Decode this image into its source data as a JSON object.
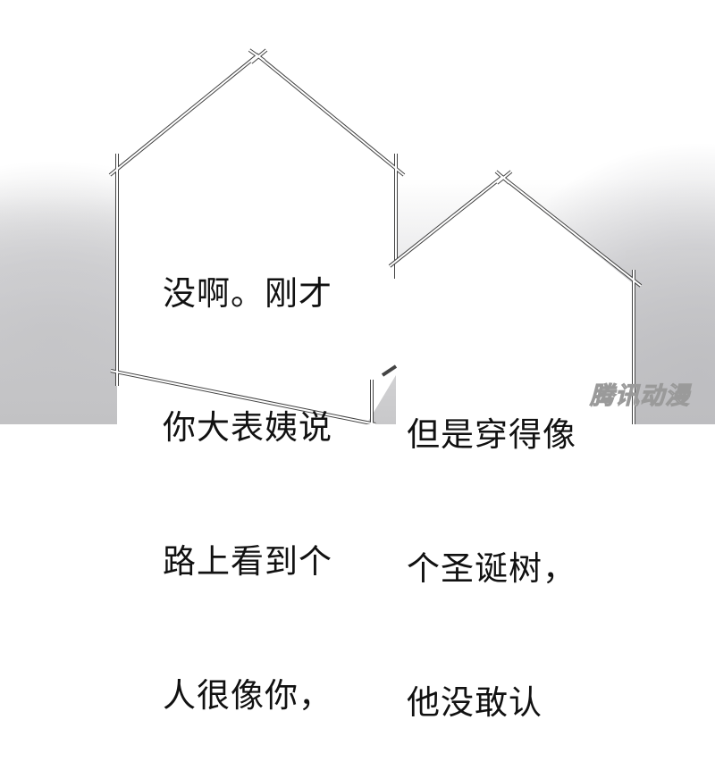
{
  "panel": {
    "bubble_left": {
      "lines": [
        "没啊。刚才",
        "你大表姨说",
        "路上看到个",
        "人很像你，"
      ]
    },
    "bubble_right": {
      "lines": [
        "但是穿得像",
        "个圣诞树，",
        "他没敢认"
      ]
    },
    "watermark": "腾讯动漫",
    "colors": {
      "bubble_fill": "#ffffff",
      "bubble_stroke": "#333333",
      "text": "#111111",
      "background_gray": "#c2c2c4"
    }
  }
}
